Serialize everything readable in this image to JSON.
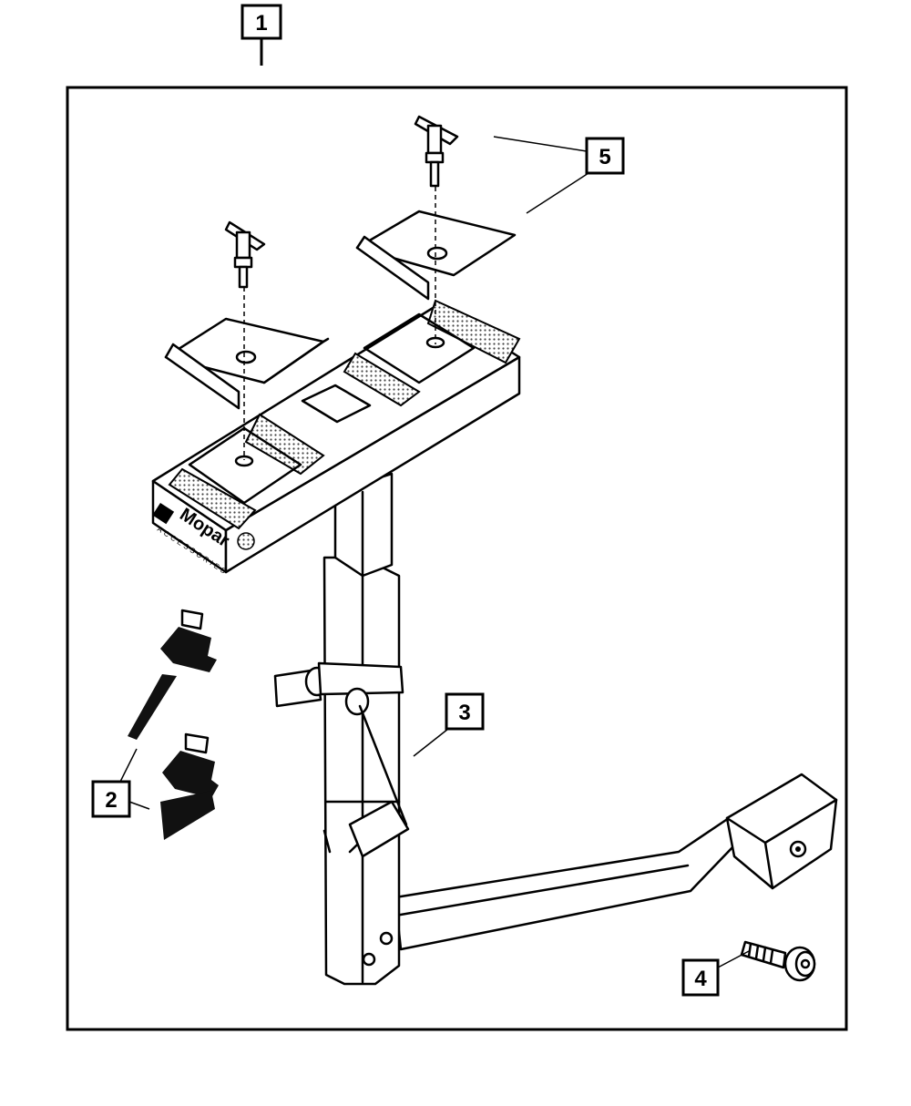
{
  "callouts": {
    "c1": "1",
    "c2": "2",
    "c3": "3",
    "c4": "4",
    "c5": "5"
  },
  "logo": {
    "brand": "Mopar",
    "sub": "ACCESSORIES"
  },
  "colors": {
    "line": "#000000",
    "background": "#ffffff",
    "stipple": "#555555"
  }
}
